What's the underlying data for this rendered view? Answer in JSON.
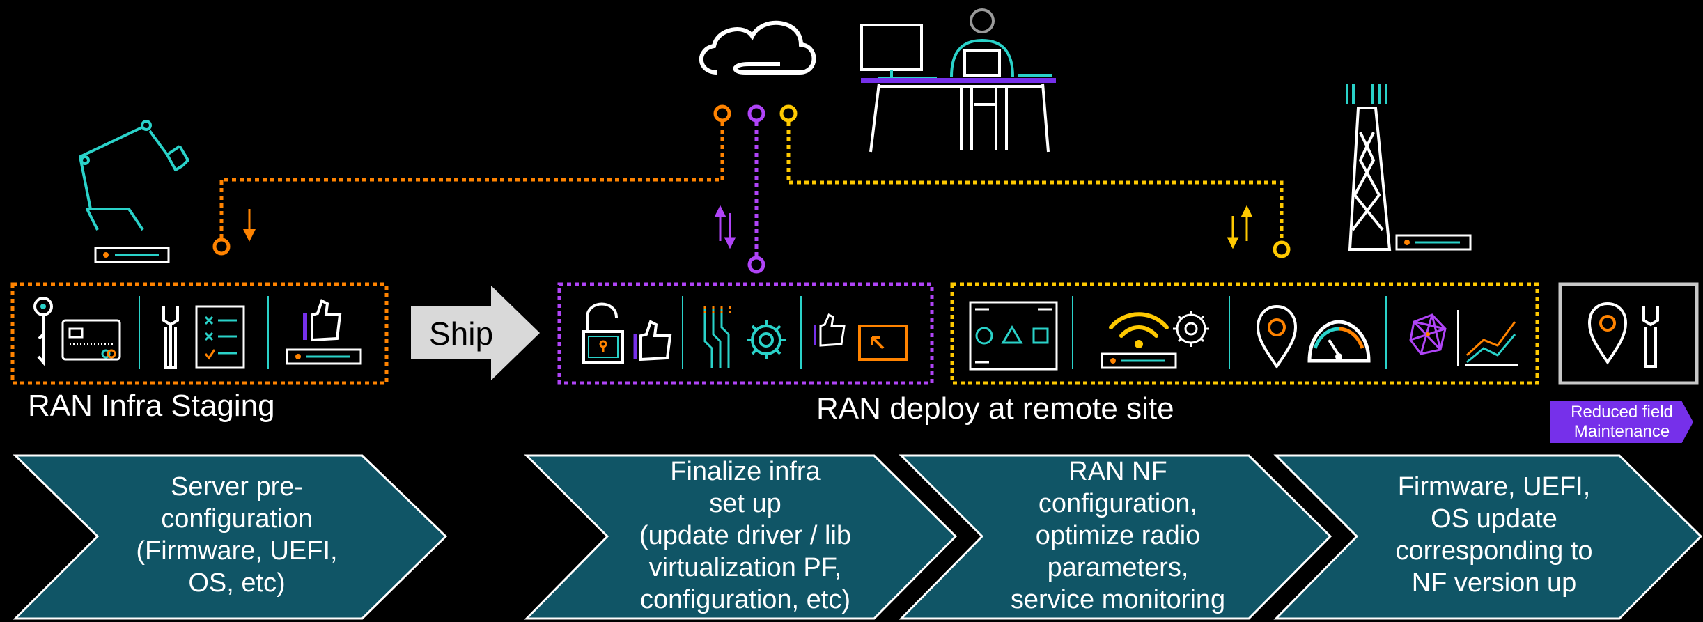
{
  "labels": {
    "staging": "RAN Infra Staging",
    "deploy": "RAN deploy at remote site",
    "ship": "Ship",
    "badge": "Reduced field\nMaintenance"
  },
  "steps": [
    {
      "text": "Server pre-\nconfiguration\n(Firmware, UEFI,\nOS, etc)"
    },
    {
      "text": "Finalize infra\nset up\n(update driver / lib\nvirtualization PF,\nconfiguration, etc)"
    },
    {
      "text": "RAN NF\nconfiguration,\noptimize radio\nparameters,\nservice monitoring"
    },
    {
      "text": "Firmware, UEFI,\nOS update\ncorresponding to\nNF version up"
    }
  ],
  "colors": {
    "orange": "#ff8300",
    "purple": "#b044f7",
    "yellow": "#fec901",
    "teal": "#2ad2c9",
    "step_fill": "#105566",
    "grey": "#c8c8c8"
  },
  "icons": [
    "robot-arm-icon",
    "cloud-icon",
    "operator-desk-icon",
    "cell-tower-icon",
    "key-icon",
    "card-icon",
    "wrench-icon",
    "checklist-icon",
    "thumbs-up-icon",
    "lock-icon",
    "circuit-icon",
    "gear-icon",
    "cursor-icon",
    "diagram-icon",
    "wifi-icon",
    "location-pin-icon",
    "gauge-icon",
    "network-icon",
    "line-chart-icon"
  ]
}
